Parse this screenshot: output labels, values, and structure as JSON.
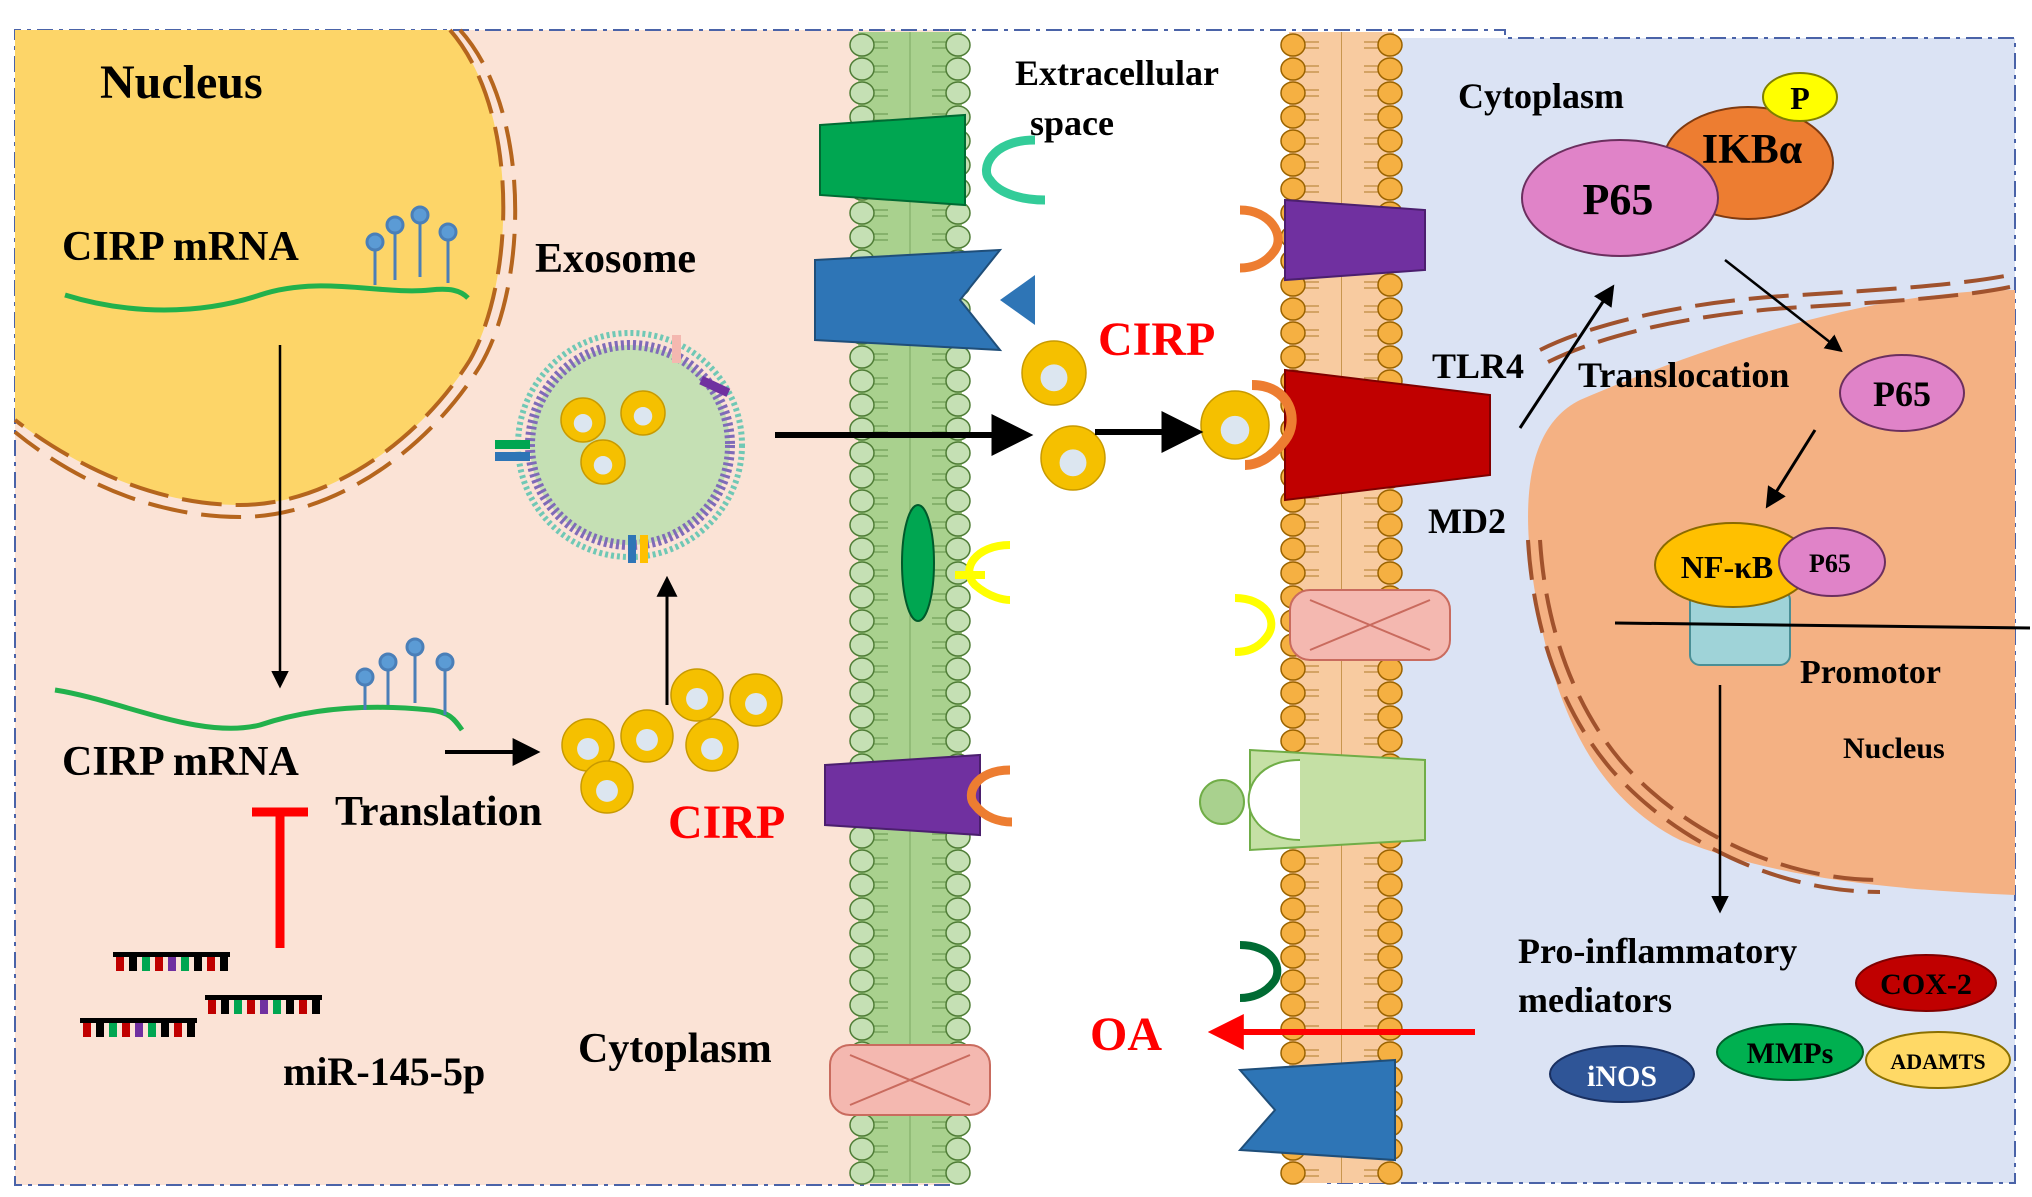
{
  "labels": {
    "nucleus_left": "Nucleus",
    "cirp_mrna_nucleus": "CIRP mRNA",
    "cirp_mrna_cytoplasm": "CIRP mRNA",
    "exosome": "Exosome",
    "translation": "Translation",
    "cirp_left": "CIRP",
    "mirna": "miR-145-5p",
    "cytoplasm_left": "Cytoplasm",
    "extracellular_line1": "Extracellular",
    "extracellular_line2": "space",
    "cirp_extracellular": "CIRP",
    "tlr4": "TLR4",
    "md2": "MD2",
    "oa": "OA",
    "cytoplasm_right": "Cytoplasm",
    "p": "P",
    "ikba": "IKBα",
    "p65_top": "P65",
    "translocation": "Translocation",
    "p65_mid": "P65",
    "nfkb": "NF-κB",
    "p65_small": "P65",
    "promotor": "Promotor",
    "nucleus_right": "Nucleus",
    "mediators_line1": "Pro-inflammatory",
    "mediators_line2": "mediators",
    "cox2": "COX-2",
    "inos": "iNOS",
    "mmps": "MMPs",
    "adamts": "ADAMTS"
  },
  "colors": {
    "left_cell": "#fbe3d6",
    "right_cell": "#dbe3f4",
    "nucleus_left": "#fdd568",
    "nucleus_right": "#f4b183",
    "membrane_left": "#a9d18e",
    "membrane_right": "#f5b042",
    "mrna": "#22b14c",
    "cirp": "#f5c000",
    "red_text": "#ff0000",
    "p65": "#e083c8",
    "ikba": "#ed7d31",
    "p": "#ffff00",
    "nfkb": "#ffc000",
    "promotor_box": "#9fd3d8",
    "tlr4": "#c00000",
    "cox2": "#c00000",
    "inos": "#2f5597",
    "mmps": "#00b050",
    "adamts": "#ffd966"
  }
}
